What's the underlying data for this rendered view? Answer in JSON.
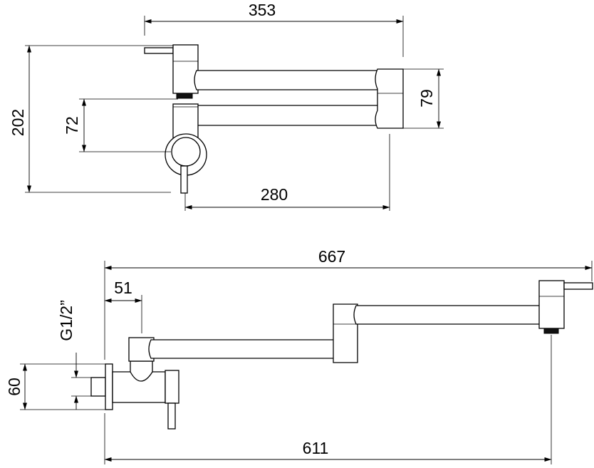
{
  "top_view": {
    "dim_overall_length": "353",
    "dim_overall_height": "202",
    "dim_inlet_offset": "72",
    "dim_arm_offset": "79",
    "dim_base_length": "280"
  },
  "side_view": {
    "dim_total_reach": "667",
    "dim_inlet_depth": "51",
    "dim_thread": "G1/2”",
    "dim_flange_height": "60",
    "dim_spout_reach": "611"
  }
}
